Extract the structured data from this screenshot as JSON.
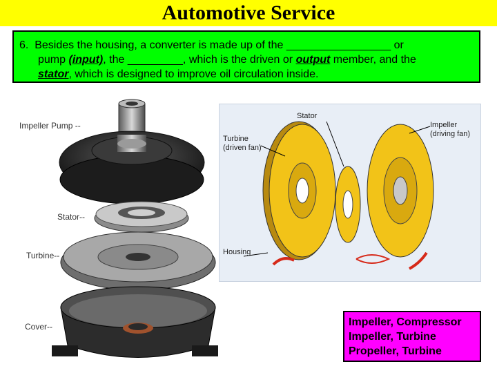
{
  "title": "Automotive Service",
  "question": {
    "number": "6.",
    "part1": "Besides the housing, a converter is made up of the",
    "blank1": "_________________",
    "part2": "or",
    "part3": "pump",
    "input": "(input)",
    "part4": ", the",
    "blank2": "_________",
    "part5": ", which is the driven or",
    "output": "output",
    "part6": "member, and the",
    "stator": "stator",
    "part7": ", which is designed to improve oil circulation inside."
  },
  "photo_labels": {
    "impeller_pump": "Impeller Pump --",
    "stator": "Stator--",
    "turbine": "Turbine--",
    "cover": "Cover--"
  },
  "diagram_labels": {
    "stator": "Stator",
    "turbine": "Turbine",
    "turbine_sub": "(driven fan)",
    "impeller": "Impeller",
    "impeller_sub": "(driving fan)",
    "housing": "Housing"
  },
  "answers": [
    "Impeller, Compressor",
    "Impeller, Turbine",
    "Propeller, Turbine"
  ],
  "colors": {
    "title_bg": "#ffff00",
    "question_bg": "#00ff00",
    "answer_bg": "#ff00ff",
    "fan_yellow": "#f2c318",
    "arrow_red": "#d62a1a"
  }
}
